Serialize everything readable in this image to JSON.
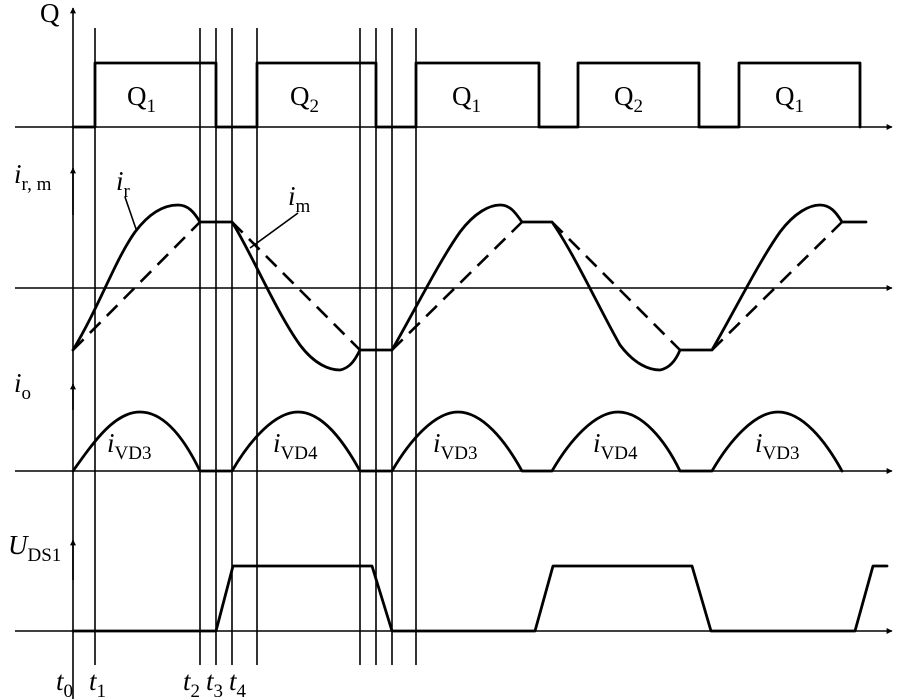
{
  "axes": {
    "q": {
      "label": "Q"
    },
    "ir": {
      "label_main": "i",
      "label_sub": "r, m"
    },
    "io": {
      "label_main": "i",
      "label_sub": "o"
    },
    "uds": {
      "label_main": "U",
      "label_sub": "DS1"
    }
  },
  "q_pulses": [
    {
      "main": "Q",
      "sub": "1"
    },
    {
      "main": "Q",
      "sub": "2"
    },
    {
      "main": "Q",
      "sub": "1"
    },
    {
      "main": "Q",
      "sub": "2"
    },
    {
      "main": "Q",
      "sub": "1"
    }
  ],
  "current_labels": {
    "ir": {
      "main": "i",
      "sub": "r"
    },
    "im": {
      "main": "i",
      "sub": "m"
    }
  },
  "io_labels": [
    {
      "main": "i",
      "sub": "VD3"
    },
    {
      "main": "i",
      "sub": "VD4"
    },
    {
      "main": "i",
      "sub": "VD3"
    },
    {
      "main": "i",
      "sub": "VD4"
    },
    {
      "main": "i",
      "sub": "VD3"
    }
  ],
  "time_labels": [
    {
      "main": "t",
      "sub": "0"
    },
    {
      "main": "t",
      "sub": "1"
    },
    {
      "main": "t",
      "sub": "2"
    },
    {
      "main": "t",
      "sub": "3"
    },
    {
      "main": "t",
      "sub": "4"
    }
  ]
}
